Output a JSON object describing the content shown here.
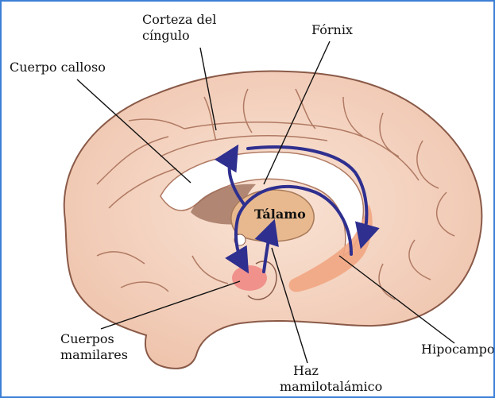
{
  "labels": {
    "corteza_line1": "Corteza del",
    "corteza_line2": "cíngulo",
    "fornix": "Fórnix",
    "cuerpo_calloso": "Cuerpo calloso",
    "talamo": "Tálamo",
    "cuerpos_line1": "Cuerpos",
    "cuerpos_line2": "mamilares",
    "hipocampo": "Hipocampo",
    "haz_line1": "Haz",
    "haz_line2": "mamilotalámico"
  },
  "colors": {
    "frame": "#3b7fd6",
    "brain_fill": "#f6d8c6",
    "brain_outline": "#8a5a48",
    "circuit_arrows": "#2e2f8f",
    "corpus_callosum": "#ffffff",
    "thalamus": "#e8b98e",
    "highlight_red": "#ef8a85",
    "hippocampus": "#f2a682"
  }
}
